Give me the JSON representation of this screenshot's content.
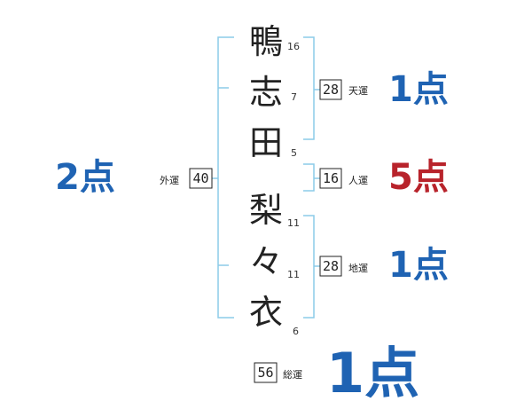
{
  "colors": {
    "bracket": "#8ccbe8",
    "blue": "#1f63b3",
    "red": "#b8232b",
    "text": "#222222"
  },
  "name": {
    "characters": [
      {
        "char": "鴨",
        "strokes": "16"
      },
      {
        "char": "志",
        "strokes": "7"
      },
      {
        "char": "田",
        "strokes": "5"
      },
      {
        "char": "梨",
        "strokes": "11"
      },
      {
        "char": "々",
        "strokes": "11"
      },
      {
        "char": "衣",
        "strokes": "6"
      }
    ]
  },
  "fortunes": {
    "tenkaku": {
      "label": "天運",
      "value": "28",
      "score": "1点",
      "color": "blue"
    },
    "jinkaku": {
      "label": "人運",
      "value": "16",
      "score": "5点",
      "color": "red"
    },
    "chikaku": {
      "label": "地運",
      "value": "28",
      "score": "1点",
      "color": "blue"
    },
    "gaikaku": {
      "label": "外運",
      "value": "40",
      "score": "2点",
      "color": "blue"
    },
    "soukaku": {
      "label": "総運",
      "value": "56",
      "score": "1点",
      "color": "blue"
    }
  }
}
